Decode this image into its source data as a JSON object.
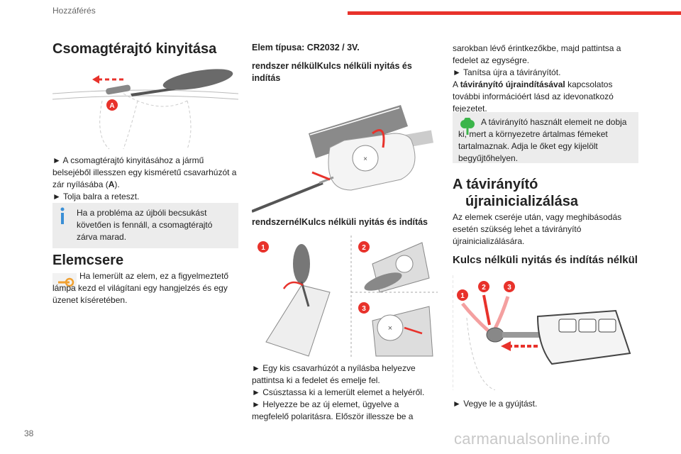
{
  "header": {
    "section": "Hozzáférés",
    "accent_color": "#e8322b"
  },
  "page_number": "38",
  "watermark": "carmanualsonline.info",
  "col1": {
    "trunk_heading": "Csomagtérajtó kinyitása",
    "figure_label": "A",
    "step1_a": "► A csomagtérajtó kinyitásához a jármű belsejéből illesszen egy kisméretű csavarhúzót a zár nyílásába (",
    "step1_bold": "A",
    "step1_b": ").",
    "step2": "► Tolja balra a reteszt.",
    "info_note": "Ha a probléma az újbóli becsukást követően is fennáll, a csomagtérajtó zárva marad.",
    "battery_heading": "Elemcsere",
    "battery_text": "Ha lemerült az elem, ez a figyelmeztető lámpa kezd el világítani egy hangjelzés és egy üzenet kíséretében."
  },
  "col2": {
    "battery_type": "Elem típusa: CR2032 / 3V.",
    "system_heading": " rendszer nélkülKulcs nélküli nyitás és indítás",
    "system_heading2": " rendszernélKulcs nélküli nyitás és indítás",
    "step_numbers": [
      "1",
      "2",
      "3"
    ],
    "step_a": "► Egy kis csavarhúzót a nyílásba helyezve pattintsa ki a fedelet és emelje fel.",
    "step_b": "► Csúsztassa ki a lemerült elemet a helyéről.",
    "step_c": "► Helyezze be az új elemet, ügyelve a megfelelő polaritásra. Először illessze be a"
  },
  "col3": {
    "cont_text": "sarokban lévő érintkezőkbe, majd pattintsa a fedelet az egységre.",
    "step_d": "► Tanítsa újra a távirányítót.",
    "ref_a": "A ",
    "ref_bold": "távirányító újraindításával",
    "ref_b": " kapcsolatos további információért lásd az idevonatkozó fejezetet.",
    "eco_note": "A távirányító használt elemeit ne dobja ki, mert a környezetre ártalmas fémeket tartalmaznak. Adja le őket egy kijelölt begyűjtőhelyen.",
    "reinit_heading_1": "A távirányító",
    "reinit_heading_2": "újrainicializálása",
    "reinit_text": "Az elemek cseréje után, vagy meghibásodás esetén szükség lehet a távirányító újrainicializálására.",
    "keyless_heading": "Kulcs nélküli nyitás és indítás nélkül",
    "step_numbers": [
      "1",
      "2",
      "3"
    ],
    "step_e": "► Vegye le a gyújtást."
  },
  "colors": {
    "info_blue": "#3a8fd6",
    "eco_green": "#3bb54a",
    "warning_orange": "#f0a030",
    "step_red": "#e8322b"
  }
}
